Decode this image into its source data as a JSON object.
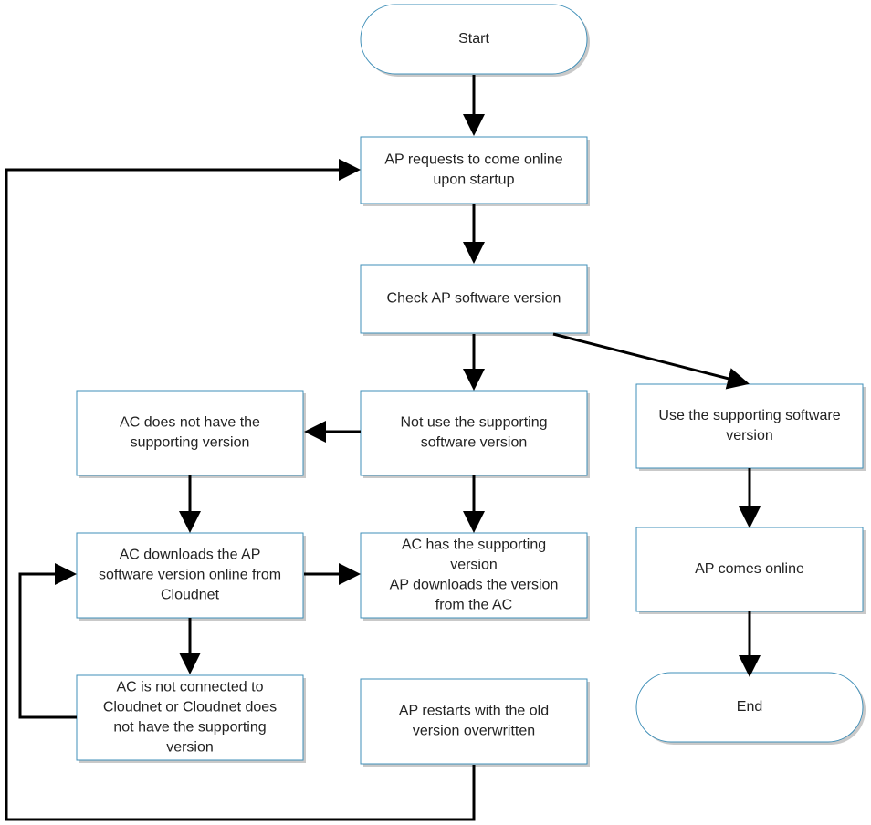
{
  "nodes": {
    "start": [
      "Start"
    ],
    "ap_request": [
      "AP requests to come online",
      "upon startup"
    ],
    "check_version": [
      "Check AP software version"
    ],
    "not_use": [
      "Not use the supporting",
      "software version"
    ],
    "use_supporting": [
      "Use the supporting software",
      "version"
    ],
    "ac_not_have": [
      "AC does not have the",
      "supporting version"
    ],
    "ac_has": [
      "AC has the supporting",
      "version",
      "AP downloads the version",
      "from the AC"
    ],
    "ap_online": [
      "AP comes online"
    ],
    "ac_downloads": [
      "AC downloads the AP",
      "software version online from",
      "Cloudnet"
    ],
    "ac_not_connected": [
      "AC is not connected to",
      "Cloudnet or Cloudnet does",
      "not have the supporting",
      "version"
    ],
    "ap_restarts": [
      "AP restarts with the old",
      "version overwritten"
    ],
    "end": [
      "End"
    ]
  },
  "edges": [
    {
      "from": "start",
      "to": "ap_request"
    },
    {
      "from": "ap_request",
      "to": "check_version"
    },
    {
      "from": "check_version",
      "to": "not_use"
    },
    {
      "from": "check_version",
      "to": "use_supporting"
    },
    {
      "from": "not_use",
      "to": "ac_not_have"
    },
    {
      "from": "not_use",
      "to": "ac_has"
    },
    {
      "from": "ac_not_have",
      "to": "ac_downloads"
    },
    {
      "from": "ac_downloads",
      "to": "ac_has"
    },
    {
      "from": "ac_downloads",
      "to": "ac_not_connected"
    },
    {
      "from": "ac_not_connected",
      "to": "ac_downloads"
    },
    {
      "from": "ac_has",
      "to": "ap_restarts"
    },
    {
      "from": "ap_restarts",
      "to": "ap_request"
    },
    {
      "from": "use_supporting",
      "to": "ap_online"
    },
    {
      "from": "ap_online",
      "to": "end"
    }
  ],
  "colors": {
    "box_border": "#3f8fb8",
    "arrow": "#000000",
    "text": "#222222"
  }
}
